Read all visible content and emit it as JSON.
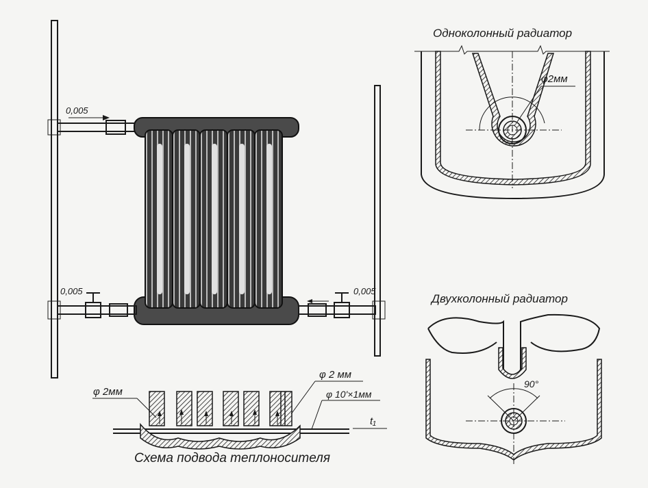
{
  "main_schematic": {
    "supply_top_label": "0,005",
    "return_left_label": "0,005",
    "return_right_label": "0,005"
  },
  "feed_scheme": {
    "caption": "Схема подвода теплоносителя",
    "left_hole_label": "φ 2мм",
    "right_hole_label": "φ 2 мм",
    "tube_label": "φ 10'×1мм",
    "temp_label": "t₁"
  },
  "single_column": {
    "title": "Одноколонный радиатор",
    "hole_label": "φ2мм"
  },
  "double_column": {
    "title": "Двухколонный радиатор",
    "angle_label": "90°"
  }
}
